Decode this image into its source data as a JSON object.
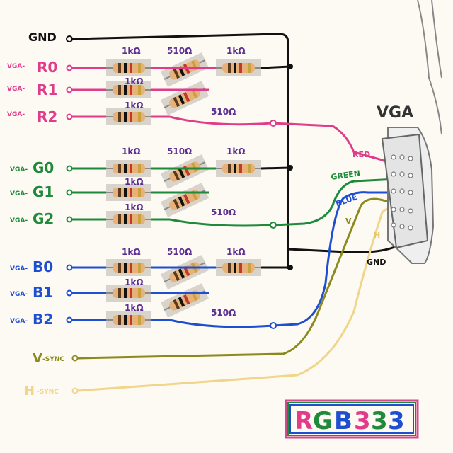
{
  "inputs": {
    "gnd": "GND",
    "r0_prefix": "VGA-",
    "r0": "R0",
    "r1_prefix": "VGA-",
    "r1": "R1",
    "r2_prefix": "VGA-",
    "r2": "R2",
    "g0_prefix": "VGA-",
    "g0": "G0",
    "g1_prefix": "VGA-",
    "g1": "G1",
    "g2_prefix": "VGA-",
    "g2": "G2",
    "b0_prefix": "VGA-",
    "b0": "B0",
    "b1_prefix": "VGA-",
    "b1": "B1",
    "b2_prefix": "VGA-",
    "b2": "B2",
    "vsync_main": "V",
    "vsync_suffix": "-SYNC",
    "hsync_main": "H",
    "hsync_suffix": "-SYNC"
  },
  "resistors": {
    "r_1k": "1kΩ",
    "r_510": "510Ω"
  },
  "connector": {
    "title": "VGA",
    "red": "RED",
    "green": "GREEN",
    "blue": "BLUE",
    "v": "V",
    "h": "H",
    "gnd": "GND"
  },
  "badge": {
    "r": "R",
    "g": "G",
    "b": "B",
    "n1": "3",
    "n2": "3",
    "n3": "3"
  },
  "colors": {
    "red": "#e03c8a",
    "green": "#1f8a3a",
    "blue": "#1f4fd1",
    "vsync": "#8c8a1e",
    "hsync": "#f0d58a",
    "gnd": "#111111",
    "value": "#5a2d91"
  }
}
